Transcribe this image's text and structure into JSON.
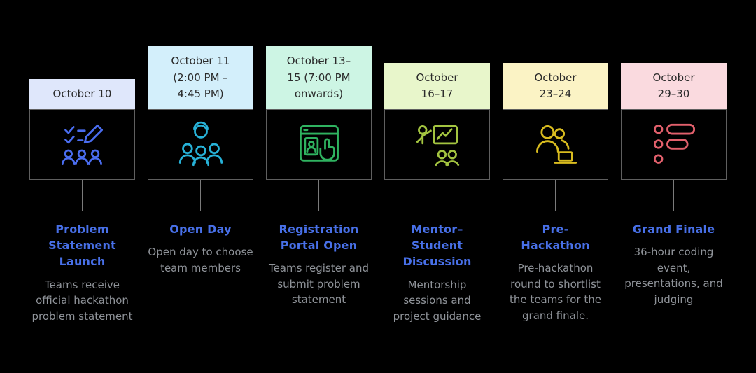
{
  "timeline": {
    "styles": {
      "title_color": "#4870e8",
      "description_color": "#8f9399",
      "date_text_color": "#2b2b2b",
      "connector_color": "#7a7a7a",
      "box_border_color": "#5f5f5f",
      "background_color": "#000000"
    },
    "columns": [
      {
        "date": "October 10",
        "header_bg": "#dfe7fb",
        "icon": "checklist-pencil-people-icon",
        "accent": "#4a6df0",
        "title": "Problem\nStatement\nLaunch",
        "description": "Teams receive official hackathon problem statement"
      },
      {
        "date": "October 11\n(2:00 PM –\n4:45 PM)",
        "header_bg": "#d3effb",
        "icon": "people-group-icon",
        "accent": "#27b2d8",
        "title": "Open Day",
        "description": "Open day to choose team members"
      },
      {
        "date": "October 13–\n15 (7:00 PM\nonwards)",
        "header_bg": "#cdf5e4",
        "icon": "registration-portal-icon",
        "accent": "#2fb360",
        "title": "Registration\nPortal Open",
        "description": "Teams register and submit problem statement"
      },
      {
        "date": "October\n16–17",
        "header_bg": "#e8f6cb",
        "icon": "mentor-presentation-icon",
        "accent": "#a3c440",
        "title": "Mentor–\nStudent\nDiscussion",
        "description": "Mentorship sessions and project guidance"
      },
      {
        "date": "October\n23–24",
        "header_bg": "#fbf3c5",
        "icon": "team-laptop-icon",
        "accent": "#d9bc1f",
        "title": "Pre-\nHackathon",
        "description": "Pre-hackathon round to shortlist the teams for the grand finale."
      },
      {
        "date": "October\n29–30",
        "header_bg": "#fadadf",
        "icon": "agenda-list-icon",
        "accent": "#e2606c",
        "title": "Grand Finale",
        "description": "36-hour coding event, presentations, and judging"
      }
    ]
  }
}
